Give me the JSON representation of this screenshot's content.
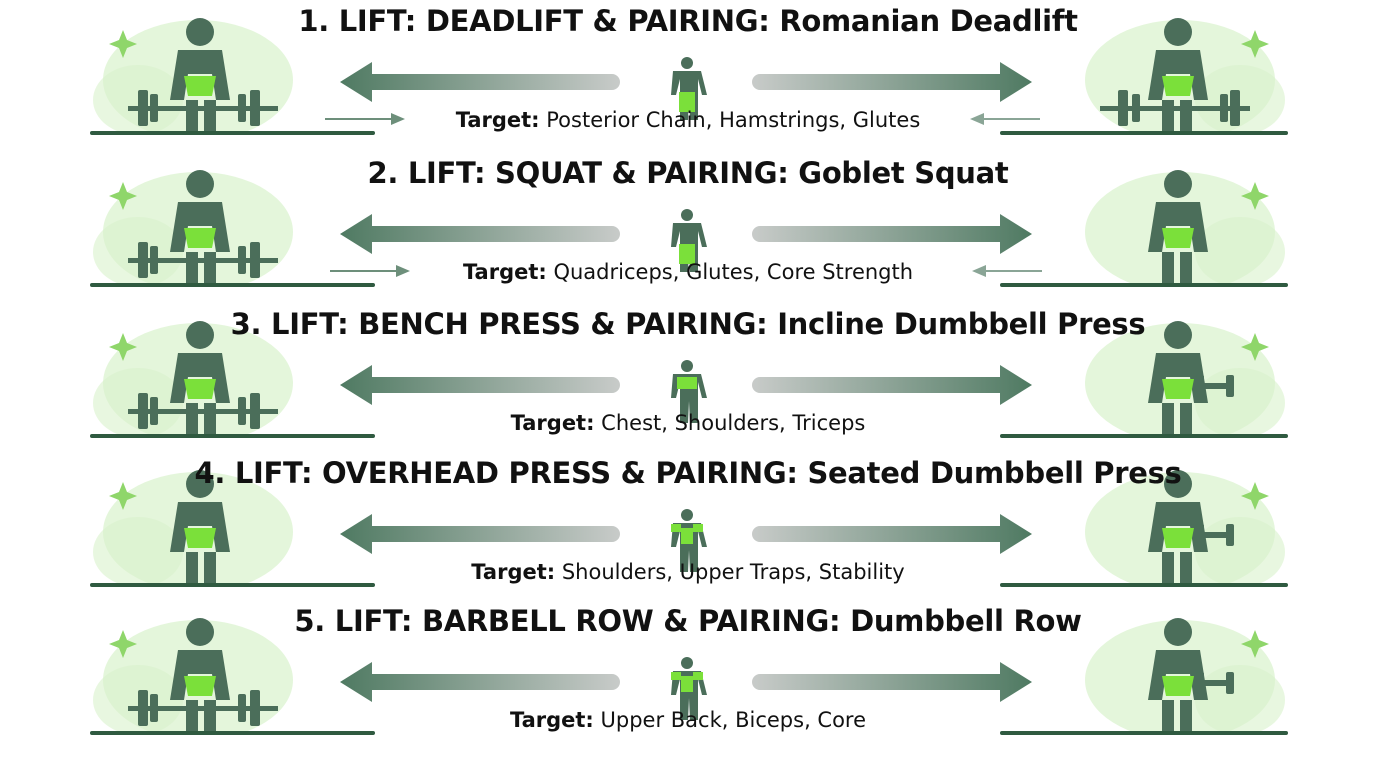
{
  "colors": {
    "accent": "#7be03a",
    "figure": "#4b6e5a",
    "ground": "#2f5a40",
    "glow": "#d9f2cc"
  },
  "rows": [
    {
      "title": "1. LIFT: DEADLIFT & PAIRING: Romanian Deadlift",
      "target_label": "Target:",
      "target_text": " Posterior Chain, Hamstrings, Glutes",
      "left_icon": "deadlift-figure-icon",
      "right_icon": "romanian-deadlift-figure-icon",
      "pointer_arrows": true
    },
    {
      "title": "2. LIFT: SQUAT & PAIRING: Goblet Squat",
      "target_label": "Target:",
      "target_text": " Quadriceps, Glutes, Core Strength",
      "left_icon": "squat-figure-icon",
      "right_icon": "goblet-squat-figure-icon",
      "pointer_arrows": true
    },
    {
      "title": "3. LIFT: BENCH PRESS & PAIRING: Incline Dumbbell Press",
      "target_label": "Target:",
      "target_text": " Chest, Shoulders, Triceps",
      "left_icon": "bench-press-figure-icon",
      "right_icon": "incline-dumbbell-press-figure-icon",
      "pointer_arrows": false
    },
    {
      "title": "4. LIFT: OVERHEAD PRESS & PAIRING: Seated Dumbbell Press",
      "target_label": "Target:",
      "target_text": " Shoulders, Upper Traps, Stability",
      "left_icon": "overhead-press-figure-icon",
      "right_icon": "seated-dumbbell-press-figure-icon",
      "pointer_arrows": false
    },
    {
      "title": "5. LIFT: BARBELL ROW & PAIRING: Dumbbell Row",
      "target_label": "Target:",
      "target_text": " Upper Back, Biceps, Core",
      "left_icon": "barbell-row-figure-icon",
      "right_icon": "dumbbell-row-figure-icon",
      "pointer_arrows": false
    }
  ]
}
